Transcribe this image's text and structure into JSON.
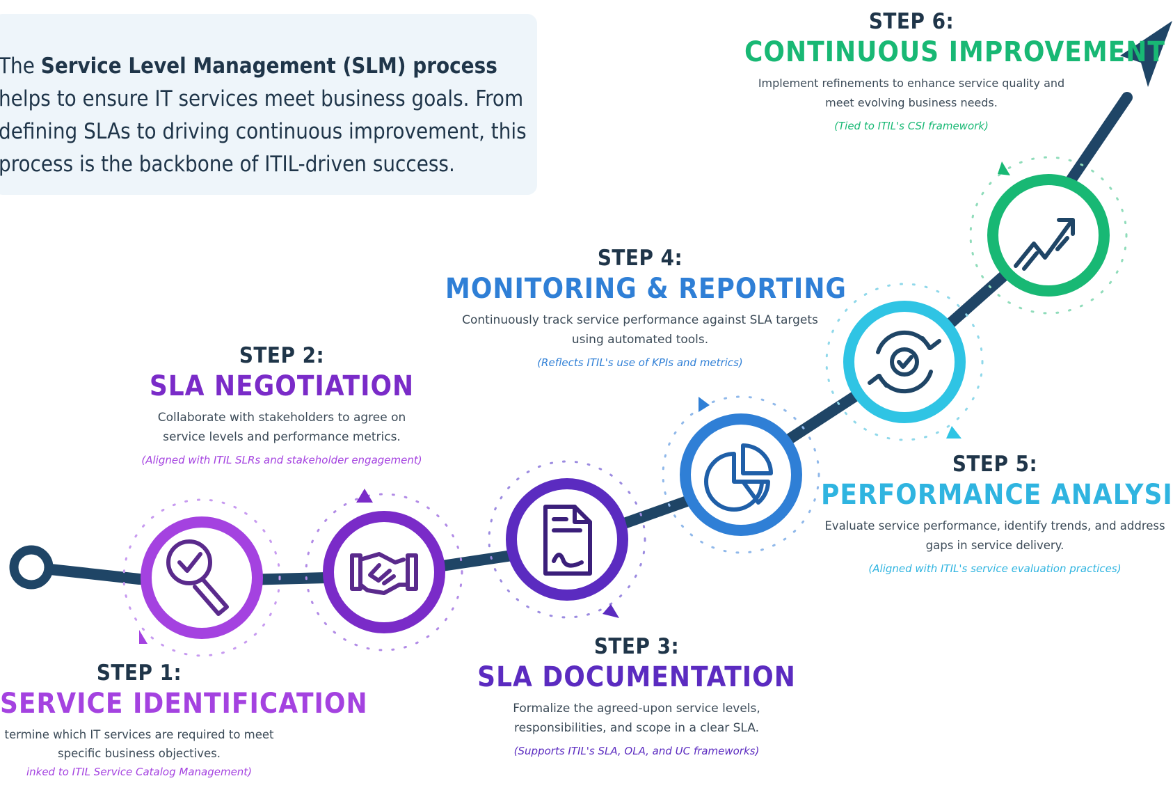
{
  "intro": {
    "text_pre": "The ",
    "text_bold": "Service Level Management (SLM) process",
    "text_post": " helps to ensure IT services meet business goals. From defining SLAs to driving continuous improvement, this process is the backbone of ITIL-driven success."
  },
  "colors": {
    "path": "#1f4566",
    "step1": "#a442e0",
    "step2": "#7a2bc8",
    "step3": "#5b2bc0",
    "step4": "#2f7fd6",
    "step5": "#2fc4e4",
    "step6": "#18b874"
  },
  "steps": [
    {
      "num": "STEP 1:",
      "title": "SERVICE IDENTIFICATION",
      "desc": "termine which IT services are required to meet specific business objectives.",
      "note": "inked to ITIL Service Catalog Management)",
      "icon": "magnifier-check-icon"
    },
    {
      "num": "STEP 2:",
      "title": "SLA NEGOTIATION",
      "desc": "Collaborate with stakeholders to agree on service levels and performance metrics.",
      "note": "(Aligned with ITIL SLRs and stakeholder engagement)",
      "icon": "handshake-icon"
    },
    {
      "num": "STEP 3:",
      "title": "SLA DOCUMENTATION",
      "desc": "Formalize the agreed-upon service levels, responsibilities, and scope in a clear SLA.",
      "note": "(Supports ITIL's SLA, OLA, and UC frameworks)",
      "icon": "signed-document-icon"
    },
    {
      "num": "STEP 4:",
      "title": "MONITORING & REPORTING",
      "desc": "Continuously track service performance against SLA targets using automated tools.",
      "note": "(Reflects ITIL's use of KPIs and metrics)",
      "icon": "pie-chart-icon"
    },
    {
      "num": "STEP 5:",
      "title": "PERFORMANCE ANALYSIS",
      "desc": "Evaluate service performance, identify trends, and address gaps in service delivery.",
      "note": "(Aligned with ITIL's service evaluation practices)",
      "icon": "refresh-check-icon"
    },
    {
      "num": "STEP 6:",
      "title": "CONTINUOUS IMPROVEMENT",
      "desc": "Implement refinements to enhance service quality and meet evolving business needs.",
      "note": "(Tied to ITIL's CSI framework)",
      "icon": "trend-up-icon"
    }
  ]
}
